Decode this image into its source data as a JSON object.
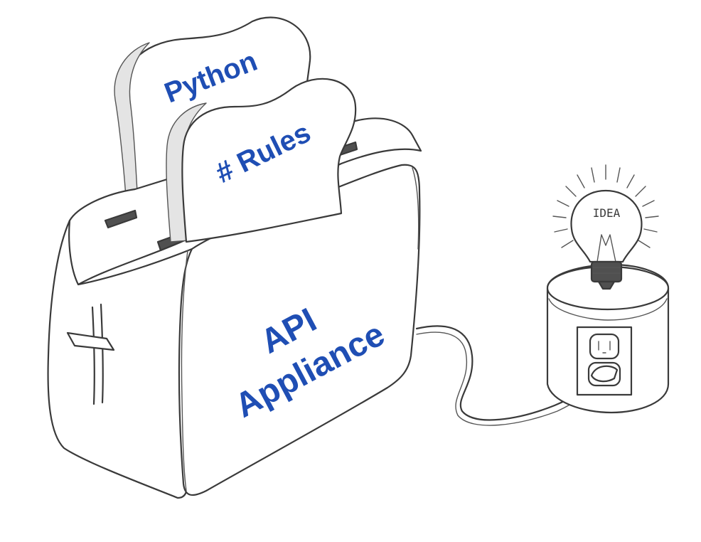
{
  "bread_back": {
    "label": "Python"
  },
  "bread_front": {
    "label": "# Rules"
  },
  "toaster": {
    "label_line1": "API",
    "label_line2": "Appliance"
  },
  "bulb": {
    "label": "IDEA"
  },
  "colors": {
    "label_blue": "#1f4eb4",
    "bulb_glow": "#f4d36a",
    "sketch": "#3a3a3a"
  },
  "icons": [
    "toaster-drawing",
    "bread-slice-icon",
    "power-cord-drawing",
    "wall-outlet-icon",
    "light-bulb-icon"
  ]
}
